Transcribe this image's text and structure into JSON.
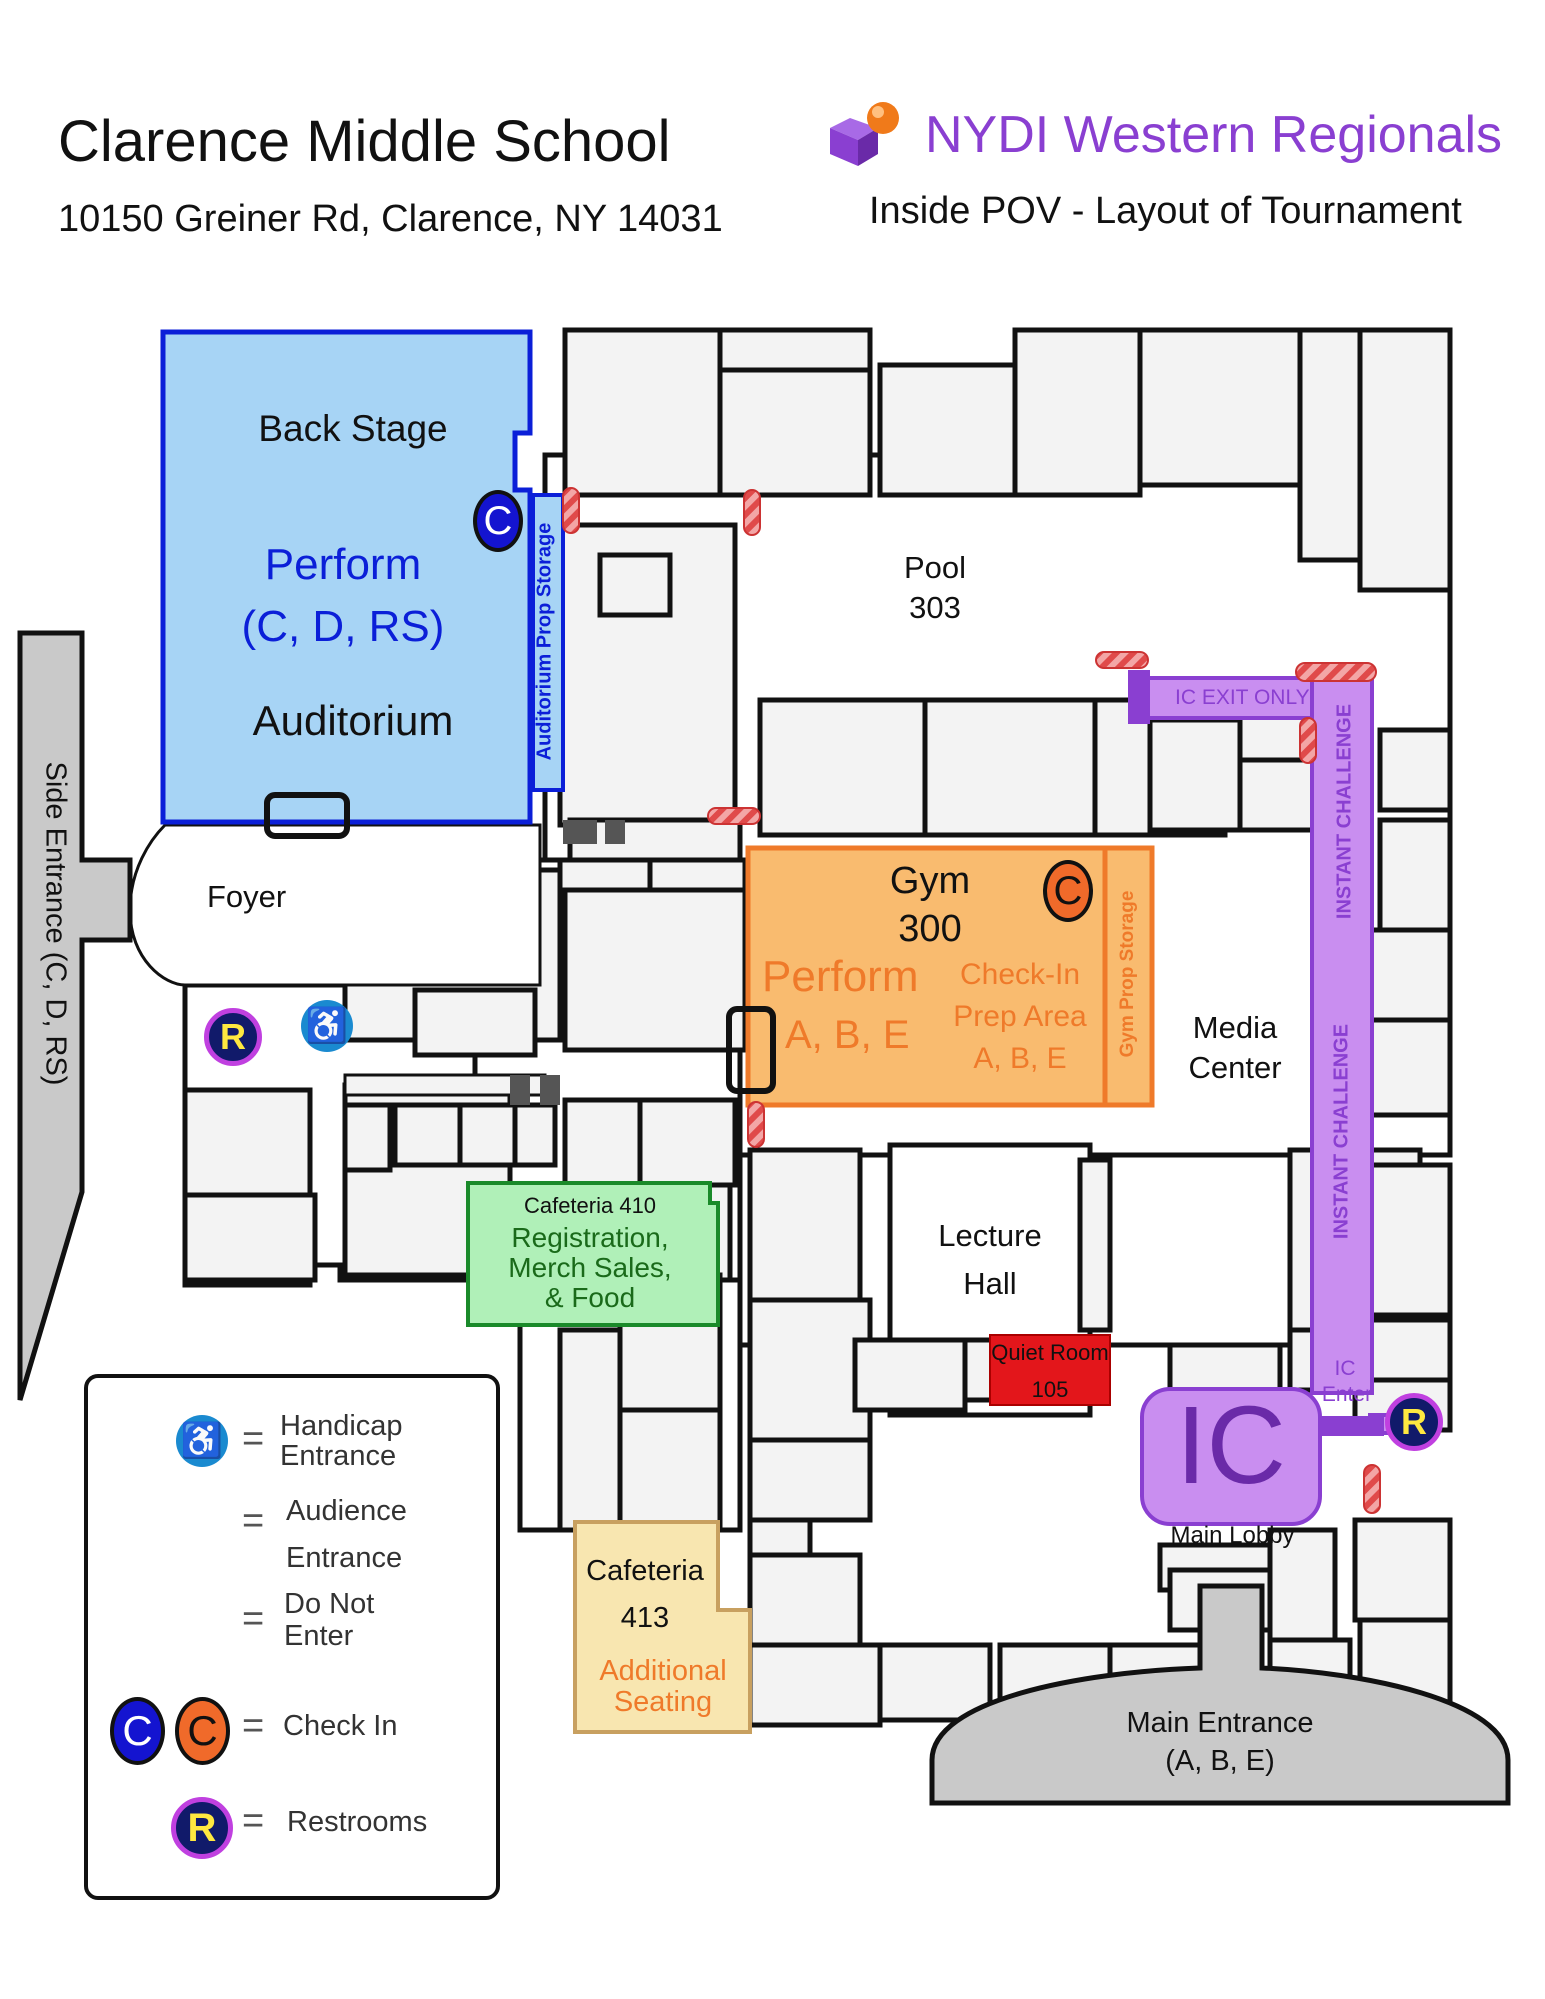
{
  "header": {
    "school_name": "Clarence Middle School",
    "address": "10150 Greiner Rd, Clarence, NY 14031",
    "event_name": "NYDI Western Regionals",
    "subtitle": "Inside POV - Layout of Tournament"
  },
  "colors": {
    "auditorium_fill": "#a7d4f5",
    "auditorium_border": "#0b1fd8",
    "gym_fill": "#f9bb6f",
    "gym_border": "#ef7a2a",
    "cafeteria410_fill": "#b0f0b8",
    "cafeteria410_border": "#1a8a2a",
    "cafeteria413_fill": "#f8e6b0",
    "cafeteria413_border": "#c8a060",
    "quiet_room_fill": "#e3161b",
    "instant_challenge_fill": "#c98ef0",
    "instant_challenge_border": "#8a3fd1",
    "event_title": "#8a3fd1",
    "do_not_enter_stripe": "#e04a4a",
    "check_in_blue": "#1414d0",
    "check_in_orange": "#f06a2a",
    "restroom_fill": "#111a6a",
    "restroom_ring": "#c040e0",
    "handicap_fill": "#1a8ad0"
  },
  "rooms": {
    "auditorium": {
      "back_stage": "Back Stage",
      "perform": "Perform",
      "perform_groups": "(C, D, RS)",
      "name": "Auditorium",
      "prop_storage": "Auditorium Prop Storage"
    },
    "foyer": "Foyer",
    "side_entrance": "Side Entrance (C, D, RS)",
    "pool": {
      "name": "Pool",
      "number": "303"
    },
    "gym": {
      "name": "Gym",
      "number": "300",
      "perform": "Perform",
      "perform_groups": "A, B, E",
      "checkin_line1": "Check-In",
      "checkin_line2": "Prep Area",
      "checkin_line3": "A, B, E",
      "prop_storage": "Gym Prop Storage"
    },
    "media_center": {
      "line1": "Media",
      "line2": "Center"
    },
    "lecture_hall": {
      "line1": "Lecture",
      "line2": "Hall"
    },
    "quiet_room": {
      "name": "Quiet Room",
      "number": "105"
    },
    "cafeteria410": {
      "name": "Cafeteria 410",
      "line1": "Registration,",
      "line2": "Merch Sales,",
      "line3": "& Food"
    },
    "cafeteria413": {
      "name": "Cafeteria",
      "number": "413",
      "line1": "Additional",
      "line2": "Seating"
    },
    "ic_exit": "IC EXIT ONLY",
    "instant_challenge_upper": "INSTANT CHALLENGE",
    "instant_challenge_lower": "INSTANT CHALLENGE",
    "ic_enter_line1": "IC",
    "ic_enter_line2": "Enter",
    "ic_big": "IC",
    "main_lobby": "Main Lobby",
    "main_entrance": {
      "line1": "Main Entrance",
      "line2": "(A, B, E)"
    }
  },
  "badges": {
    "check_in_letter": "C",
    "restroom_letter": "R",
    "handicap_icon": "wheelchair-icon"
  },
  "legend": {
    "handicap_line1": "Handicap",
    "handicap_line2": "Entrance",
    "audience_line1": "Audience",
    "audience_line2": "Entrance",
    "dne_line1": "Do Not",
    "dne_line2": "Enter",
    "check_in": "Check In",
    "restrooms": "Restrooms",
    "equals": "="
  }
}
